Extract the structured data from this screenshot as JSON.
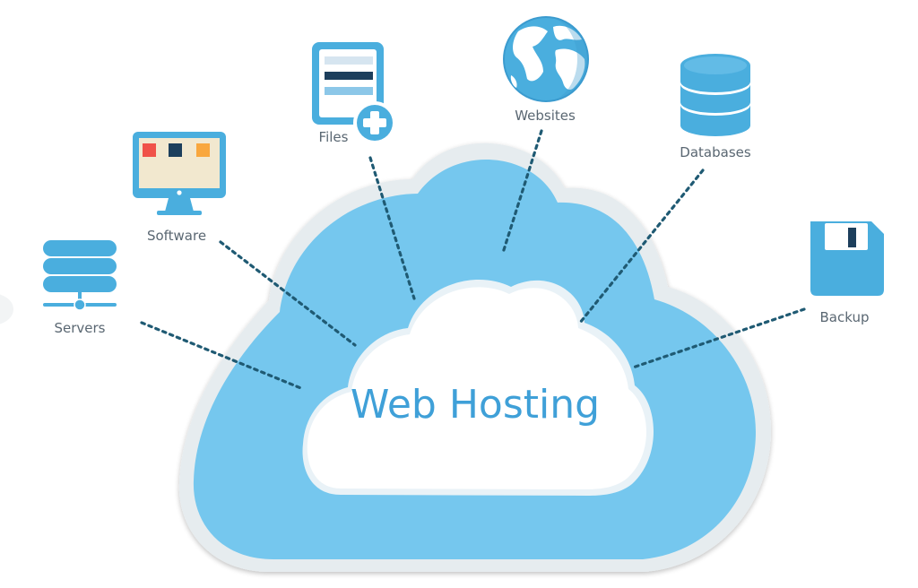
{
  "diagram": {
    "center_label": "Web Hosting",
    "nodes": [
      {
        "label": "Servers",
        "icon": "server-stack-icon"
      },
      {
        "label": "Software",
        "icon": "monitor-icon"
      },
      {
        "label": "Files",
        "icon": "file-add-icon"
      },
      {
        "label": "Websites",
        "icon": "globe-icon"
      },
      {
        "label": "Databases",
        "icon": "database-icon"
      },
      {
        "label": "Backup",
        "icon": "floppy-disk-icon"
      }
    ]
  },
  "colors": {
    "cloud_outer": "#75c7ee",
    "cloud_border": "#e6ecef",
    "cloud_inner": "#ffffff",
    "icon_blue": "#4aaede",
    "icon_dark": "#1d3f5c",
    "connector": "#1f5a73",
    "title_text": "#3fa0d8",
    "label_text": "#5a6772",
    "accent_red": "#f05249",
    "accent_orange": "#f9a73e"
  }
}
